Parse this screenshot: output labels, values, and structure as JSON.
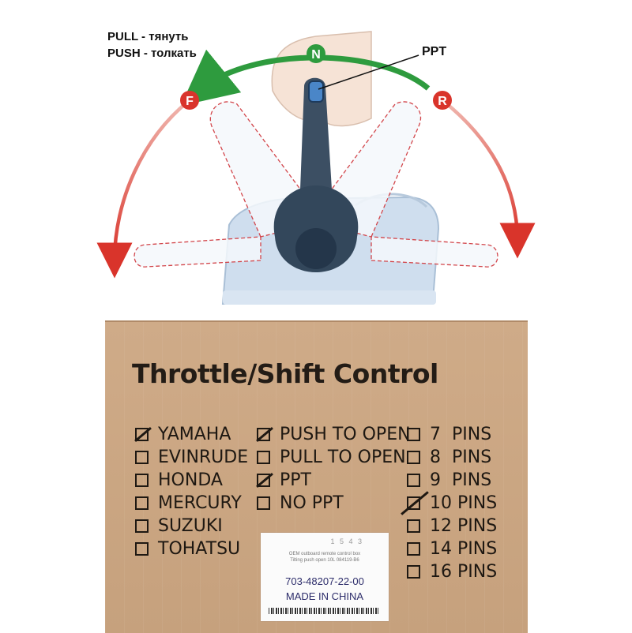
{
  "illustration": {
    "legend": [
      "PULL  - тянуть",
      "PUSH - толкать"
    ],
    "markers": {
      "neutral": "N",
      "forward": "F",
      "reverse": "R"
    },
    "ppt_label": "PPT",
    "colors": {
      "green_arc": "#2e9b3e",
      "red_arc": "#d9342b",
      "lever": "#3c4f63",
      "housing": "#c9d8e8"
    }
  },
  "box": {
    "title": "Throttle/Shift Control",
    "brands": [
      {
        "label": "YAMAHA",
        "checked": true
      },
      {
        "label": "EVINRUDE",
        "checked": false
      },
      {
        "label": "HONDA",
        "checked": false
      },
      {
        "label": "MERCURY",
        "checked": false
      },
      {
        "label": "SUZUKI",
        "checked": false
      },
      {
        "label": "TOHATSU",
        "checked": false
      }
    ],
    "options": [
      {
        "label": "PUSH TO OPEN",
        "checked": true
      },
      {
        "label": "PULL TO OPEN",
        "checked": false
      },
      {
        "label": "PPT",
        "checked": true
      },
      {
        "label": "NO PPT",
        "checked": false
      }
    ],
    "pins": [
      {
        "label": "7  PINS",
        "checked": false
      },
      {
        "label": "8  PINS",
        "checked": false
      },
      {
        "label": "9  PINS",
        "checked": false
      },
      {
        "label": "10 PINS",
        "checked": true
      },
      {
        "label": "12 PINS",
        "checked": false
      },
      {
        "label": "14 PINS",
        "checked": false
      },
      {
        "label": "16 PINS",
        "checked": false
      }
    ],
    "sticker": {
      "logo": "1 5 4 3",
      "small_line_1": "OEM outboard remote control box",
      "small_line_2": "Tilting push open 10L 084119-B6",
      "part_number": "703-48207-22-00",
      "origin": "MADE IN CHINA"
    },
    "color": "#c9a683"
  }
}
